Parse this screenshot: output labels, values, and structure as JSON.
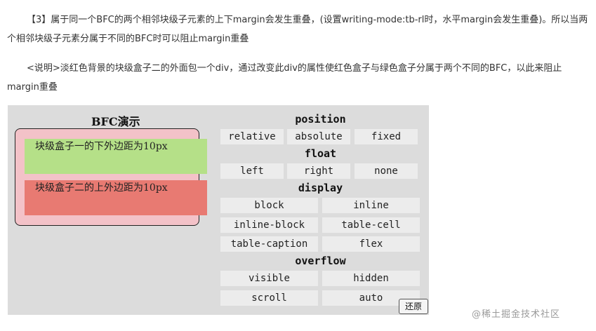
{
  "article": {
    "para1": "【3】属于同一个BFC的两个相邻块级子元素的上下margin会发生重叠，(设置writing-mode:tb-rl时，水平margin会发生重叠)。所以当两个相邻块级子元素分属于不同的BFC时可以阻止margin重叠",
    "para2": "<说明>淡红色背景的块级盒子二的外面包一个div，通过改变此div的属性使红色盒子与绿色盒子分属于两个不同的BFC，以此来阻止margin重叠"
  },
  "demo": {
    "title": "BFC演示",
    "box1_text": "块级盒子一的下外边距为10px",
    "box2_text": "块级盒子二的上外边距为10px",
    "position": {
      "heading": "position",
      "options": [
        "relative",
        "absolute",
        "fixed"
      ]
    },
    "float": {
      "heading": "float",
      "options": [
        "left",
        "right",
        "none"
      ]
    },
    "display": {
      "heading": "display",
      "options": [
        "block",
        "inline",
        "inline-block",
        "table-cell",
        "table-caption",
        "flex"
      ]
    },
    "overflow": {
      "heading": "overflow",
      "options": [
        "visible",
        "hidden",
        "scroll",
        "auto"
      ]
    },
    "reset_label": "还原"
  },
  "watermark": "@稀土掘金技术社区",
  "colors": {
    "demo_bg": "#dcdcdc",
    "outer_bg": "#f3c2c8",
    "green_box": "#b5e088",
    "red_box": "#e87a72",
    "button_bg": "#ececec"
  }
}
